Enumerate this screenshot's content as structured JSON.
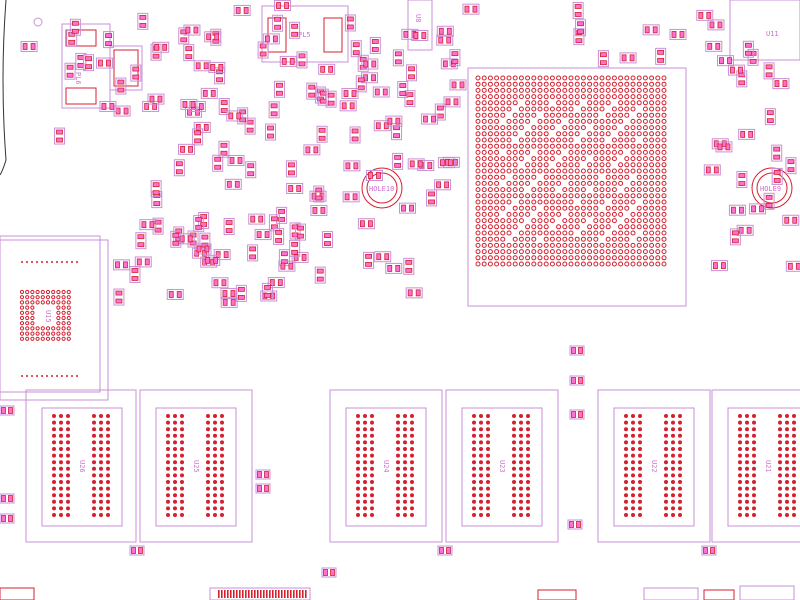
{
  "colors": {
    "background": "#ffffff",
    "outline": "#c890d8",
    "copper": "#d42030",
    "pad_fill": "#ff70d0",
    "label": "#d070d0"
  },
  "labels": {
    "pl6": "PL6",
    "pl5": "PL5",
    "u8": "U8",
    "u11": "U11",
    "hole10": "HOLE10",
    "hole9": "HOLE9",
    "u15": "U15",
    "u26": "U26",
    "u25": "U25",
    "u24": "U24",
    "u23": "U23",
    "u22": "U22",
    "u21": "U21"
  }
}
